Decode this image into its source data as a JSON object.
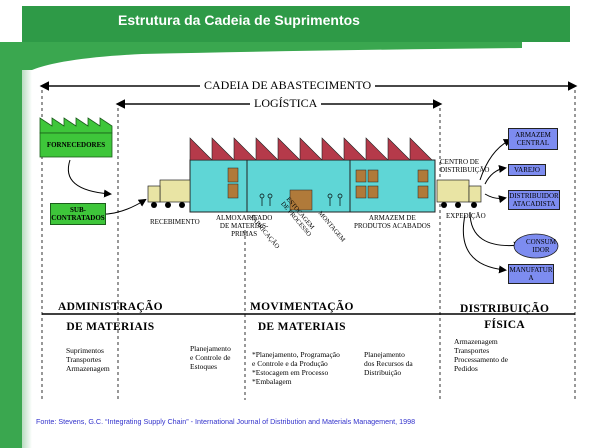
{
  "slide": {
    "title": "Estrutura da Cadeia de Suprimentos",
    "source": "Fonte: Stevens, G.C. “Integrating Supply Chain” - International Journal of Distribution and Materials Management, 1998"
  },
  "diagram": {
    "cadeia_label": "CADEIA DE ABASTECIMENTO",
    "logistica_label": "LOGÍSTICA",
    "fornecedores": "FORNECEDORES",
    "subcontratados": "SUB-\nCONTRATADOS",
    "recebimento": "RECEBIMENTO",
    "almoxarifado": "ALMOXARIFADO\nDE MATERIAS-\nPRIMAS",
    "fabricacao": "FABRICAÇÃO",
    "estocagem": "ESTOCAGEM\nDE PROCESSO",
    "montagem": "MONTAGEM",
    "armazem_acabados": "ARMAZEM DE\nPRODUTOS ACABADOS",
    "expedicao": "EXPEDIÇÃO",
    "centro_distribuicao": "CENTRO DE\nDISTRIBUIÇÃO",
    "armazem_central": "ARMAZEM\nCENTRAL",
    "varejo": "VAREJO",
    "distribuidor": "DISTRIBUIDOR\nATACADISTA",
    "consumidor": "CONSUM\nIDOR",
    "manufatura": "MANUFATUR\nA"
  },
  "sections": [
    {
      "heading": "ADMINISTRAÇÃO\nDE MATERIAIS",
      "items": "Suprimentos\nTransportes\nArmazenagem"
    },
    {
      "heading": "MOVIMENTAÇÃO\nDE MATERIAIS",
      "items_a": "Planejamento\ne Controle de\nEstoques",
      "items_b": "*Planejamento, Programação\ne Controle e da Produção\n*Estocagem em Processo\n*Embalagem",
      "items_c": "Planejamento\ndos Recursos da\nDistribuição"
    },
    {
      "heading": "DISTRIBUIÇÃO\nFÍSICA",
      "items": "Armazenagem\nTransportes\nProcessamento de\nPedidos"
    }
  ],
  "colors": {
    "title_bar": "#2e9a47",
    "factory": "#5fd6d6",
    "roof": "#b53a4a",
    "truck": "#e9e4a4",
    "green_box": "#3ec63a",
    "blue_box": "#7d8cf0",
    "source_text": "#3333cc"
  }
}
